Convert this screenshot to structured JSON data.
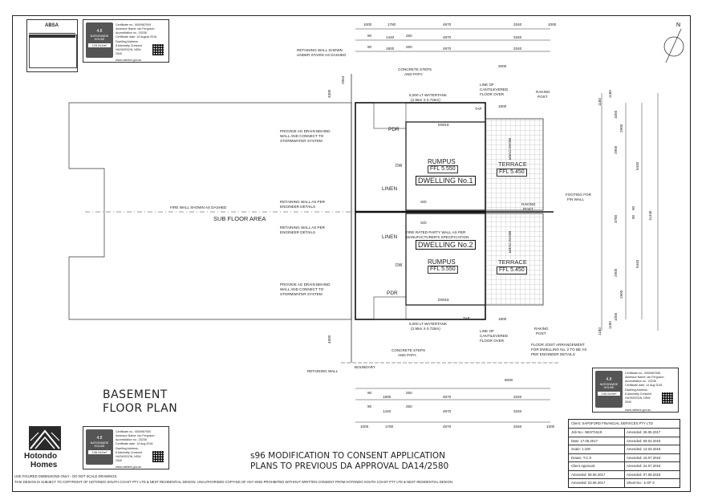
{
  "sheet": {
    "title_line1": "BASEMENT",
    "title_line2": "FLOOR PLAN",
    "description_line1": "s96 MODIFICATION TO CONSENT APPLICATION",
    "description_line2": "PLANS TO PREVIOUS DA APPROVAL DA14/2580",
    "footnote1": "USE FIGURED DIMENSIONS ONLY - DO NOT SCALE DRAWINGS.",
    "footnote2": "THIS DESIGN IS SUBJECT TO COPYRIGHT OF HOTONDO SOUTH COAST PTY LTD & NEST RESIDENTIAL DESIGN. UNAUTHORISED COPYING OF ANY KIND PROHIBITED WITHOUT WRITTEN CONSENT FROM HOTONDO SOUTH COAST PTY LTD & NEST RESIDENTIAL DESIGN."
  },
  "logo": {
    "line1": "Hotondo",
    "line2": "Homes"
  },
  "certificates": [
    {
      "badge_brand": "ABSA",
      "badge_label": "NATIONWIDE HOUSE",
      "rating": "4.8",
      "energy": "106 MJ/m²",
      "rows": [
        "Certificate no.: 0000987000",
        "Assessor Name: Ian Ferguson",
        "Accreditation no.: 20236",
        "Certificate date: 14 Aug 2018",
        "Dwelling Address:",
        "8 Admiralty Crescent",
        "HUSKISSON, NSW",
        "2540"
      ],
      "footer": "www.nathers.gov.au"
    },
    {
      "badge_label": "NATIONWIDE HOUSE",
      "rating": "4.8",
      "energy": "129 MJ/m²",
      "rows": [
        "Certificate no.: 0000987009",
        "Assessor Name: Ian Ferguson",
        "Accreditation no.: 20236",
        "Certificate date: 14 August 2018",
        "Dwelling Address:",
        "8 Admiralty Crescent",
        "HUSKISSON, NSW",
        "2540"
      ],
      "footer": "www.nathers.gov.au"
    },
    {
      "badge_label": "NATIONWIDE HOUSE",
      "rating": "4.8",
      "energy": "130 MJ/m²",
      "rows": [
        "Certificate no.: 0000987008",
        "Assessor Name: Ian Ferguson",
        "Accreditation no.: 20236",
        "Certificate date: 14 Aug 2018",
        "Dwelling Address:",
        "8 Admiralty Crescent",
        "HUSKISSON, NSW",
        "2540"
      ],
      "footer": "www.nathers.gov.au"
    }
  ],
  "title_block": {
    "client": "Client: SAPSFORD FINANCIAL SERVICES PTY LTD",
    "rows": [
      [
        "Job No.: NEST1519",
        "Amended: 28.06.2017"
      ],
      [
        "Date: 17.05.2017",
        "Amended: 09.02.2018"
      ],
      [
        "Scale: 1:100",
        "Amended: 13.03.2018"
      ],
      [
        "Drawn: T.C.S",
        "Amended: 15.07.2018"
      ],
      [
        "Client Approval:",
        "Amended: 24.07.2018"
      ],
      [
        "Amended: 08.06.2017",
        "Amended: 07.08.2018"
      ],
      [
        "Amended: 23.06.2017",
        "Sheet No.: 5 OF 9"
      ]
    ]
  },
  "plan": {
    "rooms": {
      "rumpus1": "RUMPUS",
      "ffl1": "FFL 5.550",
      "dwelling1": "DWELLING No.1",
      "terrace1": "TERRACE",
      "tffl1": "FFL 5.450",
      "rumpus2": "RUMPUS",
      "ffl2": "FFL 5.550",
      "dwelling2": "DWELLING No.2",
      "terrace2": "TERRACE",
      "tffl2": "FFL 5.450",
      "pdr1": "PDR",
      "pdr2": "PDR",
      "linen1": "LINEN",
      "linen2": "LINEN",
      "dw1": "DW",
      "dw2": "DW",
      "sd1": "S/D",
      "sd2": "S/D",
      "beam1": "BEAM OVER",
      "beam2": "BEAM OVER",
      "door1": "D5018",
      "door2": "D5018",
      "tap1": "TAP",
      "tap2": "TAP",
      "subfloor": "SUB FLOOR AREA",
      "firewall": "FIRE WALL SHOWN AS DASHED",
      "boundary": "BOUNDARY"
    },
    "notes_left": [
      "RETAINING WALL SHOWN",
      "UNDER STAIRS AS DASHED",
      "PROVIDE AG DRAIN BEHIND",
      "WALL AND CONNECT TO",
      "STORMWATER SYSTEM",
      "RETAINING WALL AS PER",
      "ENGINEER DETAILS",
      "RETAINING WALL AS PER",
      "ENGINEER DETAILS",
      "PROVIDE AG DRAIN BEHIND",
      "WALL AND CONNECT TO",
      "STORMWATER SYSTEM",
      "RETAINING WALL"
    ],
    "notes_center": [
      "CONCRETE STEPS",
      "AND PATH",
      "5,000 LT WATERTANK",
      "(2.95m X 0.725m)",
      "FIRE RATED PARTY WALL AS PER",
      "MANUFACTURER'S SPECIFICATION",
      "5,000 LT WATERTANK",
      "(2.95m X 0.725m)",
      "CONCRETE STEPS",
      "AND PATH"
    ],
    "notes_right": [
      "LINE OF",
      "CANTILEVERED",
      "FLOOR OVER",
      "RAKING",
      "POST",
      "FOOTING FOR",
      "FIN WALL",
      "RAKING",
      "POST",
      "LINE OF",
      "CANTILEVERED",
      "FLOOR OVER",
      "RAKING",
      "POST",
      "FLOOR JOIST ARRANGEMENT",
      "FOR DWELLING No. 2 TO BE AS",
      "PER ENGINEER DETAILS"
    ],
    "top_dims": {
      "row1": [
        "1000",
        "1780",
        "4870",
        "3340",
        "1000"
      ],
      "row2": [
        "90",
        "1440",
        "250",
        "4870",
        "3340"
      ],
      "row3": [
        "90",
        "1800",
        "250",
        "4870",
        "3340"
      ],
      "extra": [
        "2000",
        "1800"
      ]
    },
    "bottom_dims": {
      "row1": [
        "90",
        "1800",
        "250",
        "4870",
        "3340"
      ],
      "row2": [
        "90",
        "1440",
        "250",
        "4870",
        "3340"
      ],
      "row3": [
        "1000",
        "1780",
        "4870",
        "3340",
        "1000"
      ],
      "extra": [
        "1800",
        "8000"
      ]
    },
    "right_dims": {
      "outer": [
        "1180",
        "11440",
        "1180"
      ],
      "mid": [
        "2900",
        "5440",
        "5440",
        "2900"
      ],
      "inner": [
        "1050",
        "2900",
        "3780",
        "2900",
        "1050"
      ],
      "small": [
        "1180",
        "90",
        "90",
        "1180"
      ]
    },
    "left_dims": [
      "2954",
      "4300",
      "4300"
    ],
    "north": "N"
  }
}
